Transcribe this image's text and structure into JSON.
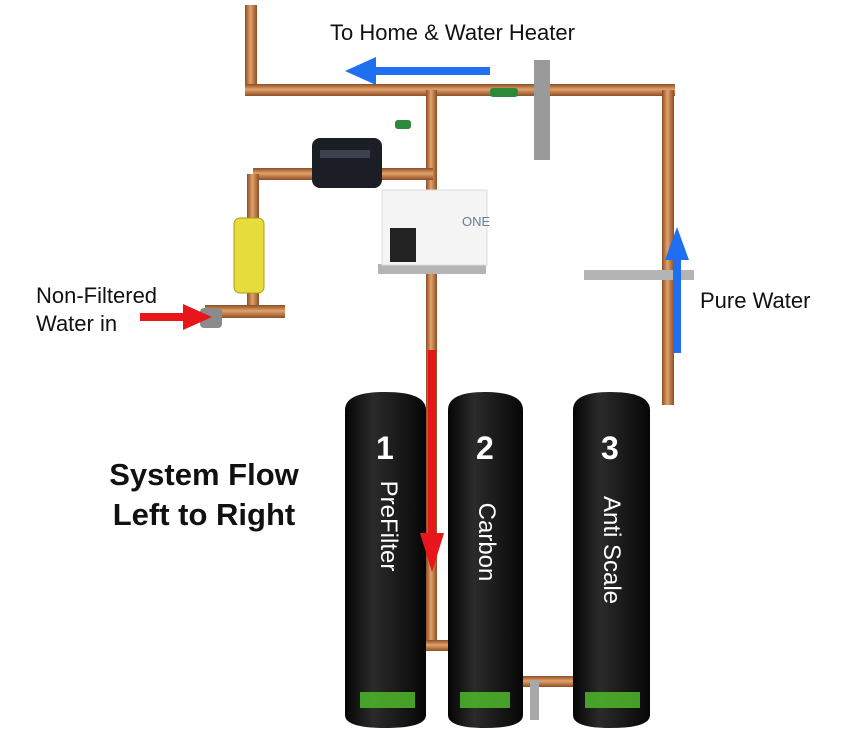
{
  "labels": {
    "top": "To Home & Water Heater",
    "inlet_line1": "Non-Filtered",
    "inlet_line2": "Water in",
    "outlet": "Pure Water",
    "flow_line1": "System Flow",
    "flow_line2": "Left to Right"
  },
  "tanks": [
    {
      "number": "1",
      "name": "PreFilter"
    },
    {
      "number": "2",
      "name": "Carbon"
    },
    {
      "number": "3",
      "name": "Anti Scale"
    }
  ],
  "device_brand": "ONE",
  "colors": {
    "copper": "#c07a45",
    "tank": "#141414",
    "red_arrow": "#e8151b",
    "blue_arrow": "#1f6ff0",
    "valve_green": "#2a8a3a",
    "sediment_yellow": "#e6dc3c"
  }
}
